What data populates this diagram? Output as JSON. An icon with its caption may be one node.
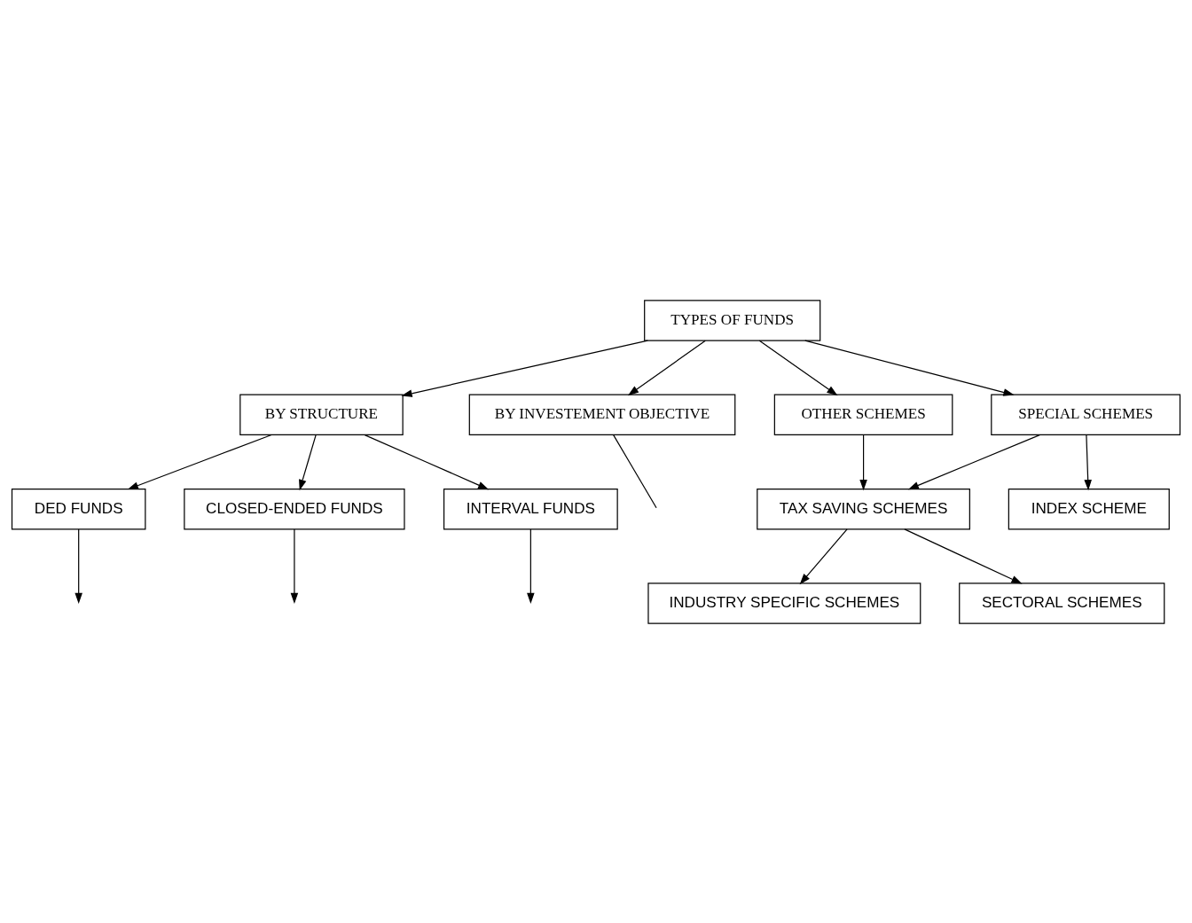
{
  "diagram": {
    "nodes": [
      {
        "text": [
          "TYPES OF FUNDS"
        ]
      },
      {
        "text": [
          "BY STRUCTURE"
        ]
      },
      {
        "text": [
          "BY INVESTEMENT OBJECTIVE"
        ]
      },
      {
        "text": [
          "OTHER SCHEMES"
        ]
      },
      {
        "text": [
          "SPECIAL SCHEMES"
        ]
      },
      {
        "text": [
          "DED FUNDS"
        ]
      },
      {
        "text": [
          "CLOSED-ENDED FUNDS"
        ]
      },
      {
        "text": [
          "INTERVAL FUNDS"
        ]
      },
      {
        "text": [
          "TAX SAVING SCHEMES"
        ]
      },
      {
        "text": [
          "INDUSTRY SPECIFIC SCHEMES"
        ]
      },
      {
        "text": [
          "INDEX SCHEME"
        ]
      },
      {
        "text": [
          "SECTORAL SCHEMES"
        ]
      }
    ],
    "edges": [
      {
        "from": 0,
        "to": 1,
        "arrow": "to"
      },
      {
        "from": 0,
        "to": 2,
        "arrow": "to"
      },
      {
        "from": 0,
        "to": 3,
        "arrow": "to"
      },
      {
        "from": 0,
        "to": 4,
        "arrow": "to"
      },
      {
        "from": 1,
        "to": 5,
        "arrow": "to"
      },
      {
        "from": 1,
        "to": 6,
        "arrow": "to"
      },
      {
        "from": 1,
        "to": 7,
        "arrow": "to"
      },
      {
        "from": 2,
        "to": null,
        "arrow": "none"
      },
      {
        "from": 3,
        "to": 8,
        "arrow": "to"
      },
      {
        "from": 4,
        "to": 8,
        "arrow": "to"
      },
      {
        "from": 4,
        "to": 10,
        "arrow": "to"
      },
      {
        "from": 8,
        "to": 9,
        "arrow": "to"
      },
      {
        "from": 8,
        "to": 11,
        "arrow": "to"
      },
      {
        "from": 5,
        "to": null,
        "arrow": "to"
      },
      {
        "from": 6,
        "to": null,
        "arrow": "to"
      },
      {
        "from": 7,
        "to": null,
        "arrow": "to"
      }
    ]
  }
}
